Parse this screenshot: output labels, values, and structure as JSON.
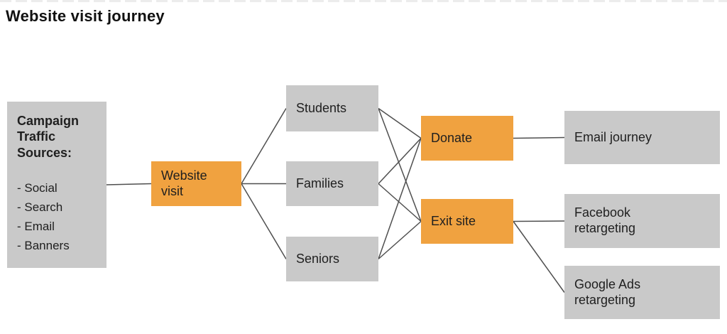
{
  "page": {
    "title": "Website visit journey"
  },
  "diagram": {
    "colors": {
      "node_gray": "#c9c9c9",
      "node_orange": "#f0a240",
      "edge": "#4f4f4f",
      "text": "#1f1f1f",
      "title": "#111111"
    },
    "nodes": [
      {
        "id": "campaign-traffic-sources",
        "label": "Campaign\nTraffic\nSources:",
        "items": [
          "- Social",
          "- Search",
          "- Email",
          "- Banners"
        ],
        "style": "gray"
      },
      {
        "id": "website-visit",
        "label": "Website\nvisit",
        "style": "orange"
      },
      {
        "id": "students",
        "label": "Students",
        "style": "gray"
      },
      {
        "id": "families",
        "label": "Families",
        "style": "gray"
      },
      {
        "id": "seniors",
        "label": "Seniors",
        "style": "gray"
      },
      {
        "id": "donate",
        "label": "Donate",
        "style": "orange"
      },
      {
        "id": "exit-site",
        "label": "Exit site",
        "style": "orange"
      },
      {
        "id": "email-journey",
        "label": "Email journey",
        "style": "gray"
      },
      {
        "id": "facebook-retargeting",
        "label": "Facebook\nretargeting",
        "style": "gray"
      },
      {
        "id": "google-ads-retargeting",
        "label": "Google Ads\nretargeting",
        "style": "gray"
      }
    ],
    "edges": [
      [
        "campaign-traffic-sources",
        "website-visit"
      ],
      [
        "website-visit",
        "students"
      ],
      [
        "website-visit",
        "families"
      ],
      [
        "website-visit",
        "seniors"
      ],
      [
        "students",
        "donate"
      ],
      [
        "students",
        "exit-site"
      ],
      [
        "families",
        "donate"
      ],
      [
        "families",
        "exit-site"
      ],
      [
        "seniors",
        "donate"
      ],
      [
        "seniors",
        "exit-site"
      ],
      [
        "donate",
        "email-journey"
      ],
      [
        "exit-site",
        "facebook-retargeting"
      ],
      [
        "exit-site",
        "google-ads-retargeting"
      ]
    ]
  }
}
